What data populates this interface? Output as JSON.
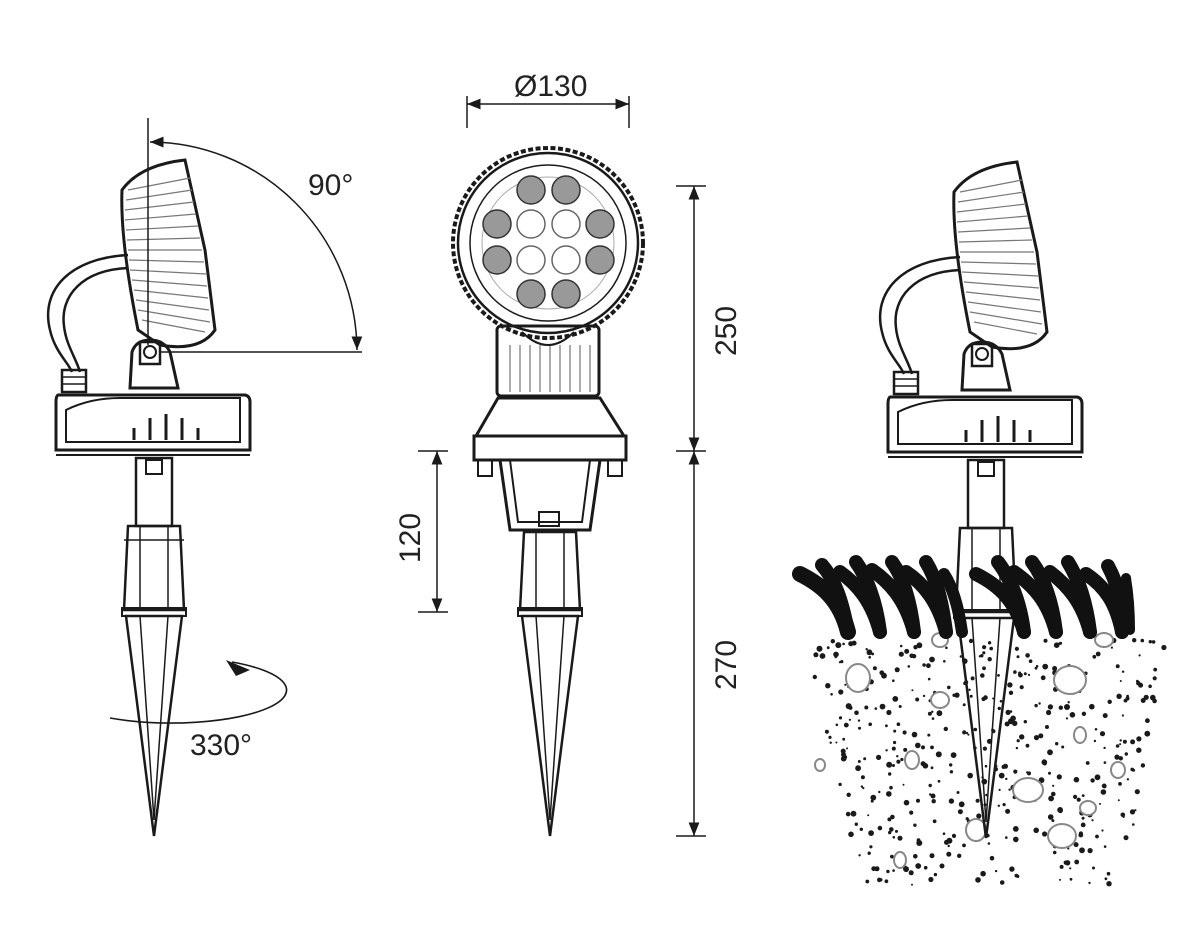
{
  "colors": {
    "line": "#1a1a1a",
    "background": "#ffffff",
    "grass": "#111111",
    "soil": "#1a1a1a",
    "stone": "#888888"
  },
  "annotations": {
    "tilt_angle": "90°",
    "rotation_angle": "330°",
    "diameter": "Ø130",
    "head_height": "250",
    "stake_height": "270",
    "bracket_height": "120"
  },
  "views": [
    {
      "name": "side-view"
    },
    {
      "name": "front-view"
    },
    {
      "name": "installed-view"
    }
  ]
}
